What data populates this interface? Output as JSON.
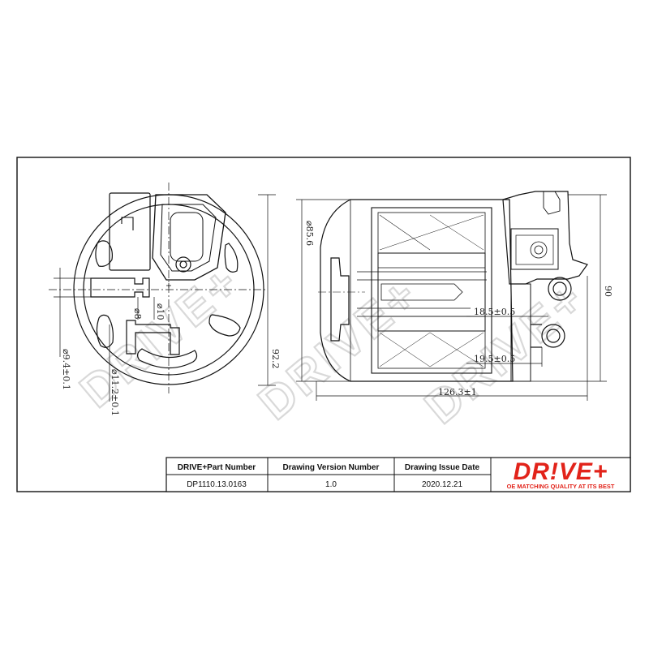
{
  "drawing": {
    "dimensions": {
      "d_85_6": "⌀85.6",
      "h_92_2": "92.2",
      "d_9_4": "⌀9.4±0.1",
      "d_8": "⌀8",
      "d_10": "⌀10",
      "d_11_2": "⌀11.2±0.1",
      "l_18_5": "18.5±0.5",
      "l_19_5": "19.5±0.5",
      "l_126_3": "126.3±1",
      "h_90": "90"
    },
    "watermark": "DRIVE+"
  },
  "title_block": {
    "headers": [
      "DRIVE+Part Number",
      "Drawing Version Number",
      "Drawing Issue Date"
    ],
    "values": [
      "DP1110.13.0163",
      "1.0",
      "2020.12.21"
    ],
    "logo_text": "DR!VE+",
    "logo_tagline": "OE MATCHING QUALITY AT ITS BEST"
  },
  "colors": {
    "brand": "#e2231a",
    "line": "#111111",
    "watermark": "#d9d9d9"
  }
}
